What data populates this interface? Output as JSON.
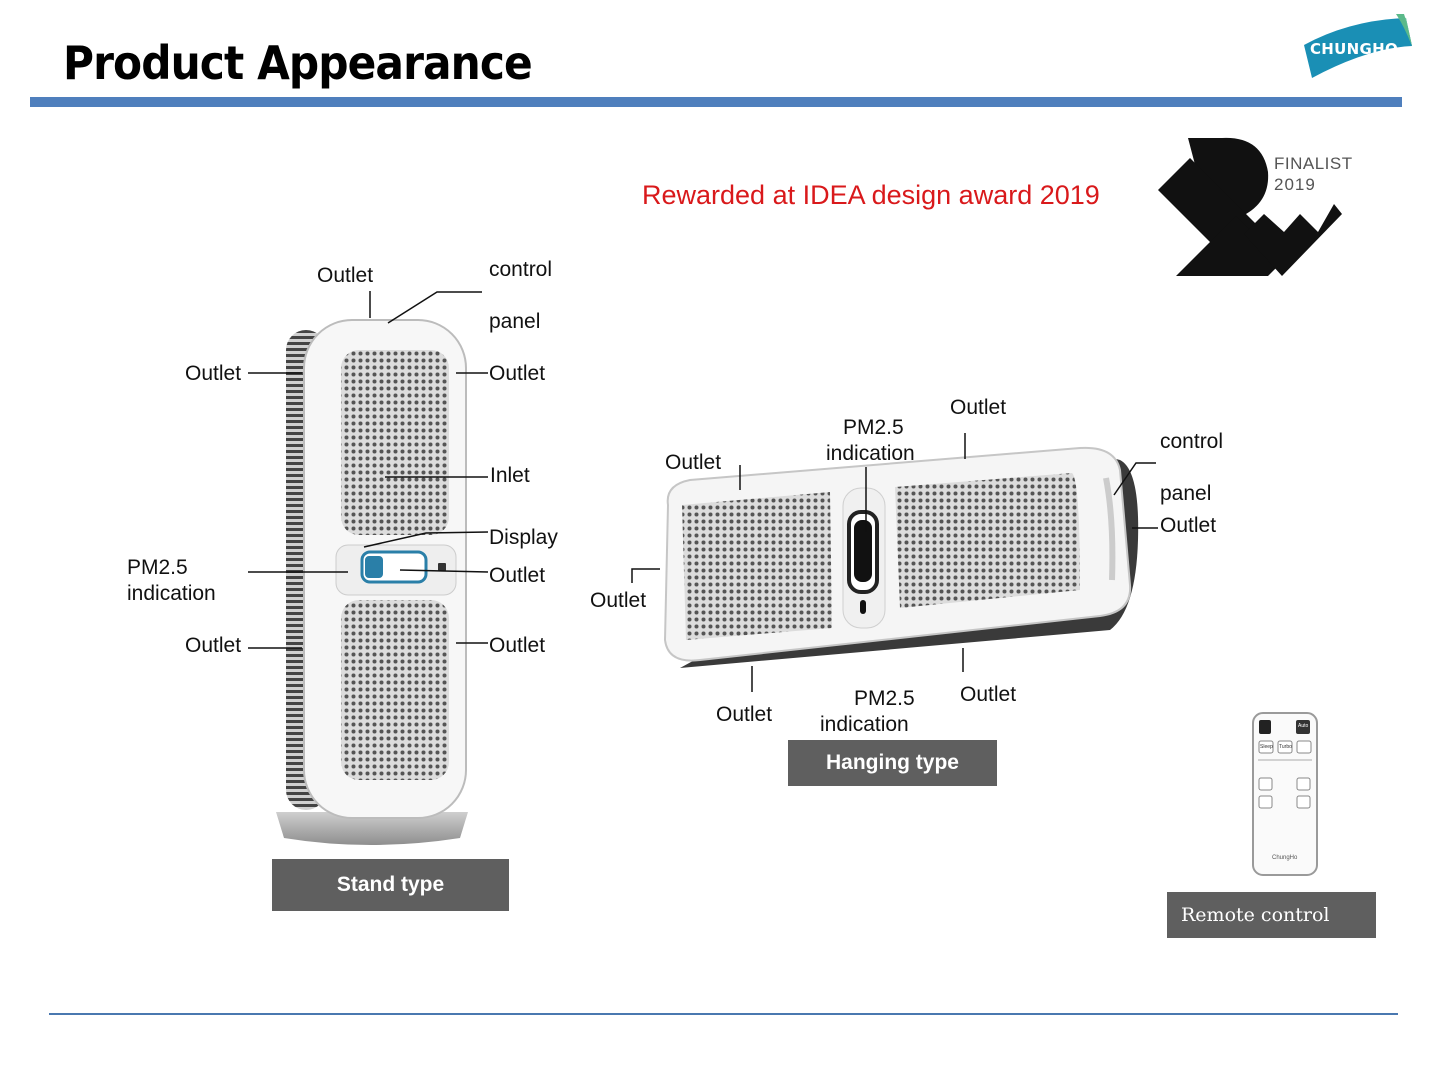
{
  "header": {
    "title": "Product Appearance",
    "logo_text": "CHUNGHO"
  },
  "award": {
    "text": "Rewarded at IDEA design award 2019",
    "badge_line1": "FINALIST",
    "badge_line2": "2019"
  },
  "stand": {
    "caption": "Stand type",
    "labels": {
      "top_outlet": "Outlet",
      "control_1": "control",
      "control_2": "panel",
      "left_outlet_upper": "Outlet",
      "right_outlet_upper": "Outlet",
      "inlet": "Inlet",
      "display": "Display",
      "right_outlet_mid": "Outlet",
      "pm_1": "PM2.5",
      "pm_2": "indication",
      "left_outlet_lower": "Outlet",
      "right_outlet_lower": "Outlet"
    }
  },
  "hanging": {
    "caption": "Hanging type",
    "labels": {
      "top_outlet": "Outlet",
      "pm_top_1": "PM2.5",
      "pm_top_2": "indication",
      "left_top_outlet": "Outlet",
      "control_1": "control",
      "control_2": "panel",
      "right_outlet": "Outlet",
      "left_outlet": "Outlet",
      "bottom_left_outlet": "Outlet",
      "pm_bottom_1": "PM2.5",
      "pm_bottom_2": "indication",
      "bottom_right_outlet": "Outlet"
    }
  },
  "remote": {
    "caption": "Remote control",
    "btn_auto": "Auto",
    "btn_sleep": "Sleep",
    "btn_turbo": "Turbo",
    "brand": "ChungHo"
  },
  "colors": {
    "accent_rule": "#4f7fbd",
    "award_red": "#d9191b",
    "caption_bg": "#5f5f5f",
    "logo_teal": "#1a8fb5"
  }
}
